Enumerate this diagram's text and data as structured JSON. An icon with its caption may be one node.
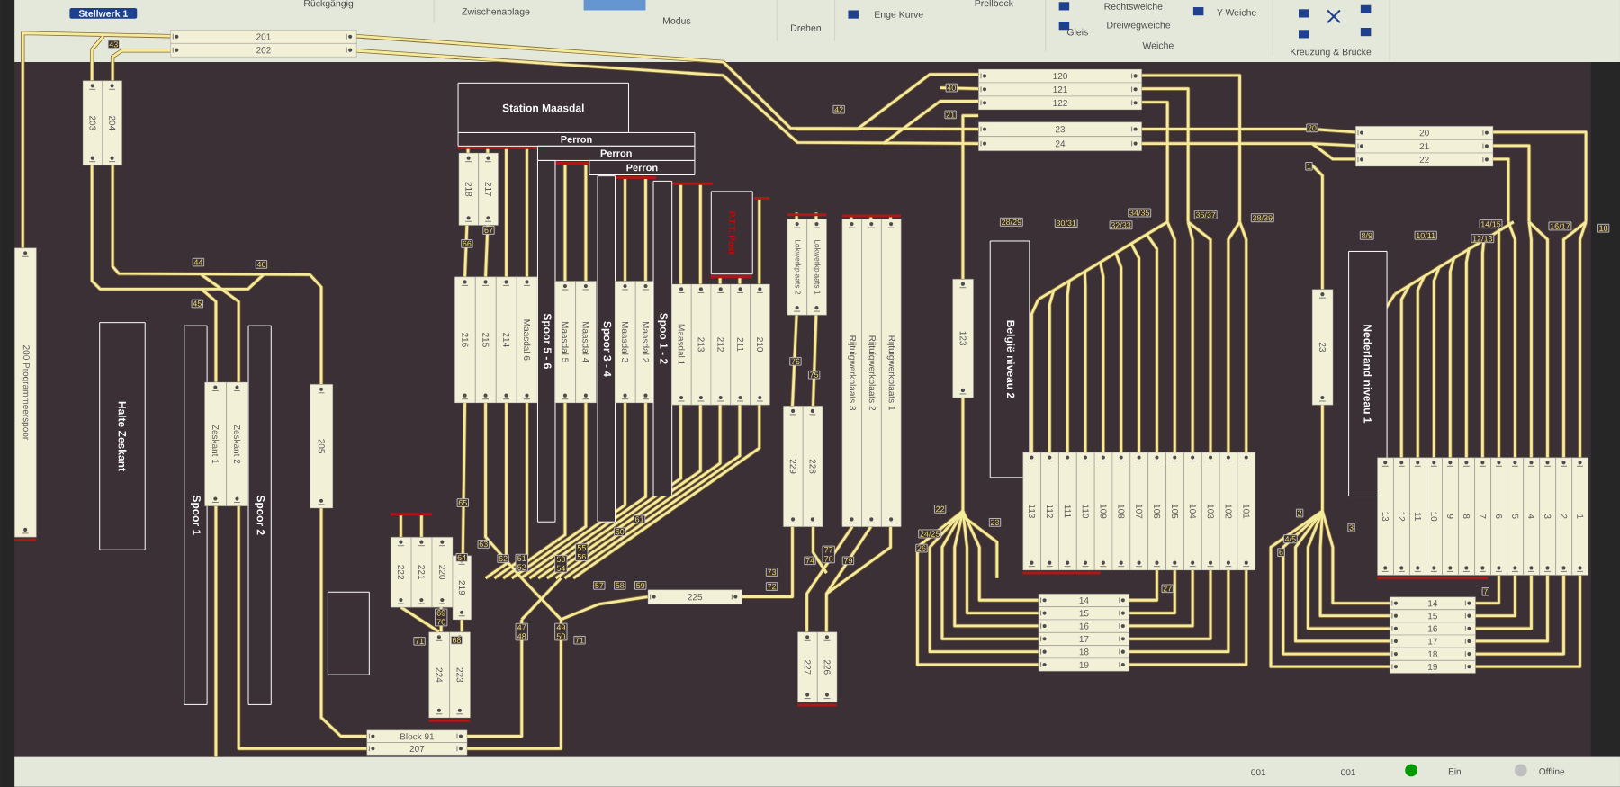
{
  "diagram": {
    "nodes": [
      {
        "text": [
          "201"
        ]
      },
      {
        "text": [
          "202"
        ]
      },
      {
        "text": [
          "203"
        ]
      },
      {
        "text": [
          "204"
        ]
      },
      {
        "text": [
          "200 Programmeerspoor"
        ]
      },
      {
        "text": [
          "Halte Zeskant"
        ]
      },
      {
        "text": [
          "Spoor 1"
        ]
      },
      {
        "text": [
          "Zeskant 1"
        ]
      },
      {
        "text": [
          "Zeskant 2"
        ]
      },
      {
        "text": [
          "Spoor 2"
        ]
      },
      {
        "text": [
          "205"
        ]
      },
      {
        "text": [],
        "shape": "box"
      },
      {
        "text": [
          "Station Maasdal"
        ]
      },
      {
        "text": [
          "Perron"
        ]
      },
      {
        "text": [
          "Perron"
        ]
      },
      {
        "text": [
          "Perron"
        ]
      },
      {
        "text": [
          "218"
        ]
      },
      {
        "text": [
          "217"
        ]
      },
      {
        "text": [
          "216"
        ]
      },
      {
        "text": [
          "215"
        ]
      },
      {
        "text": [
          "214"
        ]
      },
      {
        "text": [
          "Maasdal 6"
        ]
      },
      {
        "text": [
          "Spoor 5 - 6"
        ]
      },
      {
        "text": [
          "Maasdal 5"
        ]
      },
      {
        "text": [
          "Maasdal 4"
        ]
      },
      {
        "text": [
          "Spoor 3 - 4"
        ]
      },
      {
        "text": [
          "Maasdal 3"
        ]
      },
      {
        "text": [
          "Maasdal 2"
        ]
      },
      {
        "text": [
          "Spoo 1 - 2"
        ]
      },
      {
        "text": [
          "Maasdal 1"
        ]
      },
      {
        "text": [
          "213"
        ]
      },
      {
        "text": [
          "212"
        ]
      },
      {
        "text": [
          "211"
        ]
      },
      {
        "text": [
          "210"
        ]
      },
      {
        "text": [
          "P.T.T. Post"
        ]
      },
      {
        "text": [
          "Lokwerkplaats 2"
        ]
      },
      {
        "text": [
          "Lokwerkplaats 1"
        ]
      },
      {
        "text": [
          "Rijtuigwerkplaats 3"
        ]
      },
      {
        "text": [
          "Rijtuigwerkplaats 2"
        ]
      },
      {
        "text": [
          "Rijtuigwerkplaats 1"
        ]
      },
      {
        "text": [
          "229"
        ]
      },
      {
        "text": [
          "228"
        ]
      },
      {
        "text": [
          "222"
        ]
      },
      {
        "text": [
          "221"
        ]
      },
      {
        "text": [
          "220"
        ]
      },
      {
        "text": [
          "219"
        ]
      },
      {
        "text": [
          "224"
        ]
      },
      {
        "text": [
          "223"
        ]
      },
      {
        "text": [
          "Block 91"
        ]
      },
      {
        "text": [
          "207"
        ]
      },
      {
        "text": [
          "225"
        ]
      },
      {
        "text": [
          "227"
        ]
      },
      {
        "text": [
          "226"
        ]
      },
      {
        "text": [
          "120"
        ]
      },
      {
        "text": [
          "121"
        ]
      },
      {
        "text": [
          "122"
        ]
      },
      {
        "text": [
          "23"
        ]
      },
      {
        "text": [
          "24"
        ]
      },
      {
        "text": [
          "123"
        ]
      },
      {
        "text": [
          "België niveau 2"
        ]
      },
      {
        "text": [
          "113"
        ]
      },
      {
        "text": [
          "112"
        ]
      },
      {
        "text": [
          "111"
        ]
      },
      {
        "text": [
          "110"
        ]
      },
      {
        "text": [
          "109"
        ]
      },
      {
        "text": [
          "108"
        ]
      },
      {
        "text": [
          "107"
        ]
      },
      {
        "text": [
          "106"
        ]
      },
      {
        "text": [
          "105"
        ]
      },
      {
        "text": [
          "104"
        ]
      },
      {
        "text": [
          "103"
        ]
      },
      {
        "text": [
          "102"
        ]
      },
      {
        "text": [
          "101"
        ]
      },
      {
        "text": [
          "14"
        ]
      },
      {
        "text": [
          "15"
        ]
      },
      {
        "text": [
          "16"
        ]
      },
      {
        "text": [
          "17"
        ]
      },
      {
        "text": [
          "18"
        ]
      },
      {
        "text": [
          "19"
        ]
      },
      {
        "text": [
          "20"
        ]
      },
      {
        "text": [
          "21"
        ]
      },
      {
        "text": [
          "22"
        ]
      },
      {
        "text": [
          "23"
        ]
      },
      {
        "text": [
          "Nederland niveau 1"
        ]
      },
      {
        "text": [
          "13"
        ]
      },
      {
        "text": [
          "12"
        ]
      },
      {
        "text": [
          "11"
        ]
      },
      {
        "text": [
          "10"
        ]
      },
      {
        "text": [
          "9"
        ]
      },
      {
        "text": [
          "8"
        ]
      },
      {
        "text": [
          "7"
        ]
      },
      {
        "text": [
          "6"
        ]
      },
      {
        "text": [
          "5"
        ]
      },
      {
        "text": [
          "4"
        ]
      },
      {
        "text": [
          "3"
        ]
      },
      {
        "text": [
          "2"
        ]
      },
      {
        "text": [
          "1"
        ]
      },
      {
        "text": [
          "14"
        ]
      },
      {
        "text": [
          "15"
        ]
      },
      {
        "text": [
          "16"
        ]
      },
      {
        "text": [
          "17"
        ]
      },
      {
        "text": [
          "18"
        ]
      },
      {
        "text": [
          "19"
        ]
      }
    ],
    "labels": [
      "Rückgängig",
      "Zwischenablage",
      "Modus",
      "Prellbock",
      "Rechtsweiche",
      "Y-Weiche",
      "Drehen",
      "Enge Kurve",
      "Dreiwegweiche",
      "Gleis",
      "Weiche",
      "Kreuzung & Brücke",
      "Stellwerk 1",
      "43",
      "42",
      "40",
      "21",
      "20",
      "1",
      "34/35",
      "36/37",
      "38/39",
      "28/29",
      "30/31",
      "32/33",
      "14/15",
      "16/17",
      "18",
      "8/9",
      "10/11",
      "12/13",
      "67",
      "66",
      "44",
      "46",
      "45",
      "76",
      "75",
      "65",
      "22",
      "2",
      "61",
      "23",
      "3",
      "60",
      "24/25",
      "4/5",
      "63",
      "26",
      "6",
      "55 56",
      "77 78",
      "64",
      "62",
      "74",
      "79",
      "51 52",
      "53 54",
      "73",
      "57",
      "58",
      "59",
      "72",
      "27",
      "7",
      "69 70",
      "47 48",
      "49 50",
      "71",
      "68",
      "71",
      "001",
      "001",
      "Ein",
      "Offline"
    ]
  }
}
